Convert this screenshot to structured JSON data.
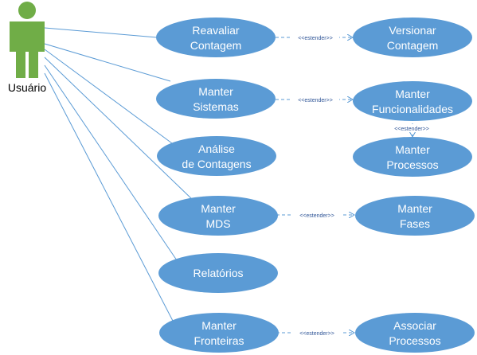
{
  "actor": {
    "label": "Usuário",
    "color": "#70ad47"
  },
  "colors": {
    "usecase_fill": "#5b9bd5",
    "usecase_text": "#ffffff",
    "line": "#5b9bd5",
    "ext_text": "#2f5597"
  },
  "usecases": {
    "reavaliar": [
      "Reavaliar",
      "Contagem"
    ],
    "versionar": [
      "Versionar",
      "Contagem"
    ],
    "manter_sistemas": [
      "Manter",
      "Sistemas"
    ],
    "manter_funcionalidades": [
      "Manter",
      "Funcionalidades"
    ],
    "analise": [
      "Análise",
      "de Contagens"
    ],
    "manter_processos": [
      "Manter",
      "Processos"
    ],
    "manter_mds": [
      "Manter",
      "MDS"
    ],
    "manter_fases": [
      "Manter",
      "Fases"
    ],
    "relatorios": [
      "Relatórios"
    ],
    "manter_fronteiras": [
      "Manter",
      "Fronteiras"
    ],
    "associar_processos": [
      "Associar",
      "Processos"
    ]
  },
  "extend_label": "<<estender>>"
}
